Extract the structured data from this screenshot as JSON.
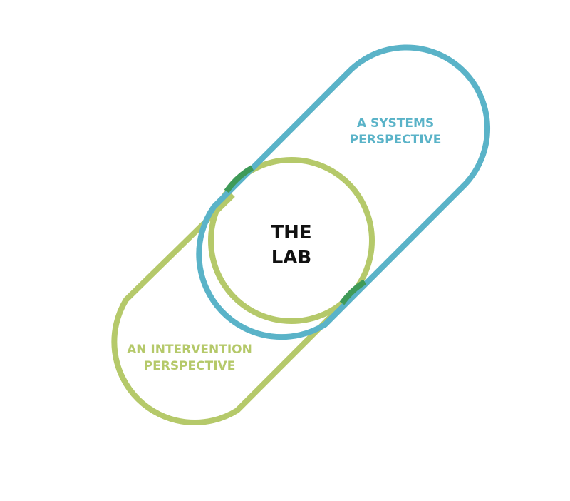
{
  "diagram": {
    "systems_label": {
      "line1": "A SYSTEMS",
      "line2": "PERSPECTIVE",
      "color": "#5ab3c8"
    },
    "intervention_label": {
      "line1": "AN INTERVENTION",
      "line2": "PERSPECTIVE",
      "color": "#b5c96a"
    },
    "center_label": {
      "line1": "THE",
      "line2": "LAB",
      "color": "#111111"
    },
    "overlap_color": "#3f9a58"
  }
}
